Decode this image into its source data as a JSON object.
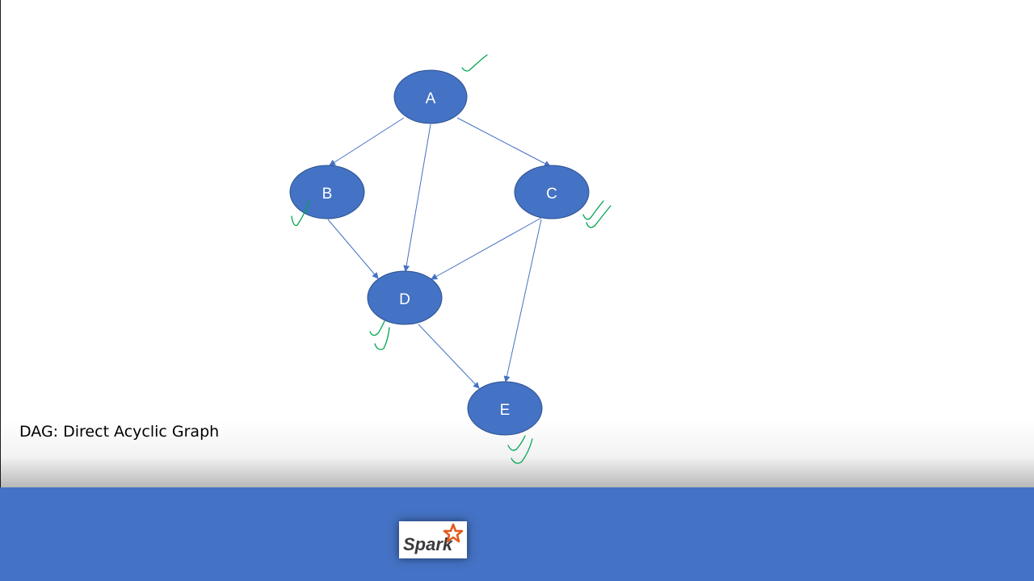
{
  "caption": "DAG: Direct Acyclic Graph",
  "colors": {
    "node_fill": "#4472c4",
    "node_stroke": "#2f528f",
    "edge": "#4472c4",
    "footer": "#4472c4",
    "checkmark": "#00a651"
  },
  "nodes": [
    {
      "id": "A",
      "label": "A"
    },
    {
      "id": "B",
      "label": "B"
    },
    {
      "id": "C",
      "label": "C"
    },
    {
      "id": "D",
      "label": "D"
    },
    {
      "id": "E",
      "label": "E"
    }
  ],
  "edges": [
    {
      "from": "A",
      "to": "B"
    },
    {
      "from": "A",
      "to": "C"
    },
    {
      "from": "A",
      "to": "D"
    },
    {
      "from": "B",
      "to": "D"
    },
    {
      "from": "C",
      "to": "D"
    },
    {
      "from": "C",
      "to": "E"
    },
    {
      "from": "D",
      "to": "E"
    }
  ],
  "annotations": [
    {
      "node": "A",
      "mark": "handwritten-checkmark",
      "count": 1
    },
    {
      "node": "B",
      "mark": "handwritten-checkmark",
      "count": 1
    },
    {
      "node": "C",
      "mark": "handwritten-checkmark",
      "count": 2
    },
    {
      "node": "D",
      "mark": "handwritten-checkmark",
      "count": 2
    },
    {
      "node": "E",
      "mark": "handwritten-checkmark",
      "count": 2
    }
  ],
  "logo": {
    "text": "Spark",
    "icon": "star-icon"
  }
}
